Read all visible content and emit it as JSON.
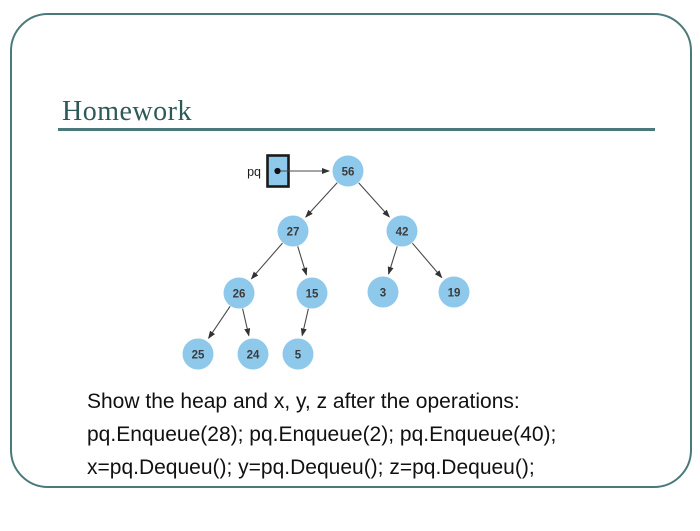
{
  "slide": {
    "title": "Homework",
    "colors": {
      "frame_border": "#4b7979",
      "title_text": "#2e5959",
      "title_rule": "#4b7979",
      "node_fill": "#8ec9ec",
      "node_text": "#3b3b3b",
      "edge_stroke": "#4a4a4a",
      "pointer_box_fill": "#8ec9ec",
      "pointer_box_border": "#1a1a1a"
    }
  },
  "diagram": {
    "type": "binary-heap-tree",
    "pointer_label": "pq",
    "nodes": [
      {
        "id": "n56",
        "value": "56"
      },
      {
        "id": "n27",
        "value": "27"
      },
      {
        "id": "n42",
        "value": "42"
      },
      {
        "id": "n26",
        "value": "26"
      },
      {
        "id": "n15",
        "value": "15"
      },
      {
        "id": "n3",
        "value": "3"
      },
      {
        "id": "n19",
        "value": "19"
      },
      {
        "id": "n25",
        "value": "25"
      },
      {
        "id": "n24",
        "value": "24"
      },
      {
        "id": "n5",
        "value": "5"
      }
    ],
    "edges": [
      {
        "from": "56",
        "to": "27"
      },
      {
        "from": "56",
        "to": "42"
      },
      {
        "from": "27",
        "to": "26"
      },
      {
        "from": "27",
        "to": "15"
      },
      {
        "from": "42",
        "to": "3"
      },
      {
        "from": "42",
        "to": "19"
      },
      {
        "from": "26",
        "to": "25"
      },
      {
        "from": "26",
        "to": "24"
      },
      {
        "from": "15",
        "to": "5"
      }
    ],
    "pointer_edge": {
      "from": "pq",
      "to": "56"
    }
  },
  "body_text": {
    "line1": "Show the heap and x, y, z after the operations:",
    "line2": "pq.Enqueue(28); pq.Enqueue(2); pq.Enqueue(40);",
    "line3": "x=pq.Dequeu(); y=pq.Dequeu(); z=pq.Dequeu();"
  }
}
